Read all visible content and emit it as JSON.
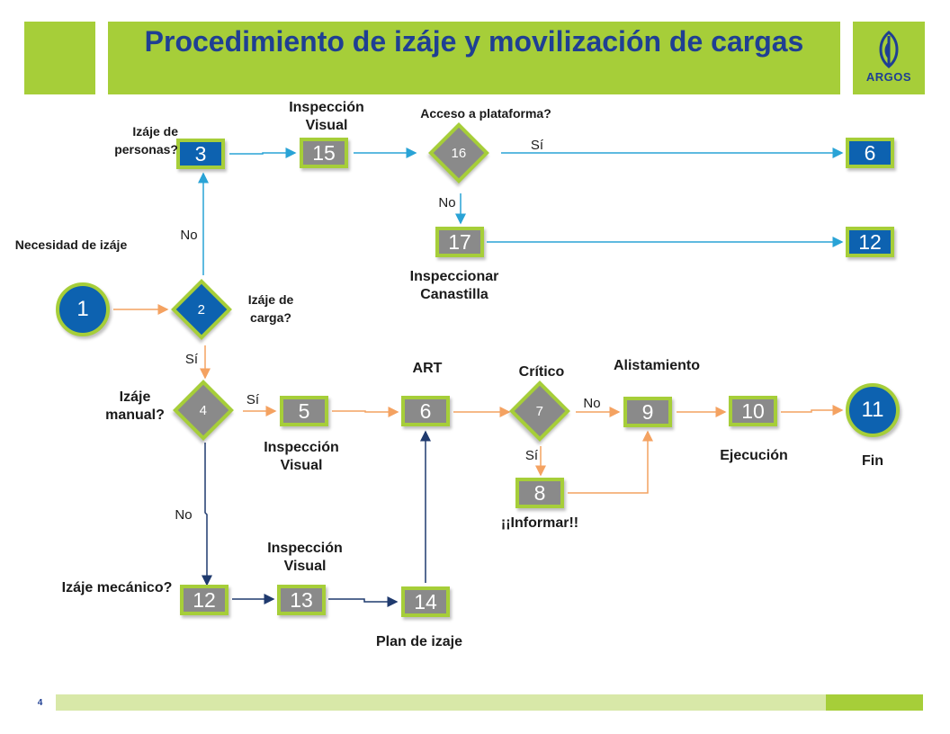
{
  "header": {
    "title": "Procedimiento de izáje y movilización de cargas",
    "logo_text": "ARGOS"
  },
  "footer": {
    "page_number": "4"
  },
  "colors": {
    "accent_green": "#a6ce39",
    "node_blue": "#0d62b0",
    "node_gray": "#8a8a8a",
    "title_blue": "#1f3f93",
    "arrow_orange": "#f4a261",
    "arrow_blue": "#29a3d6",
    "arrow_navy": "#1f3a6e"
  },
  "nodes": {
    "n1": "1",
    "n2": "2",
    "n3": "3",
    "n4": "4",
    "n5": "5",
    "n6a": "6",
    "n6b": "6",
    "n7": "7",
    "n8": "8",
    "n9": "9",
    "n10": "10",
    "n11": "11",
    "n12a": "12",
    "n12b": "12",
    "n13": "13",
    "n14": "14",
    "n15": "15",
    "n16": "16",
    "n17": "17"
  },
  "labels": {
    "necesidad": "Necesidad de izáje",
    "izaje_carga": "Izáje de carga?",
    "izaje_personas": "Izáje de personas?",
    "insp_visual_top": "Inspección Visual",
    "acceso_plataforma": "Acceso a plataforma?",
    "si_16": "Sí",
    "no_16": "No",
    "insp_canastilla": "Inspeccionar Canastilla",
    "no_2": "No",
    "si_2": "Sí",
    "izaje_manual": "Izáje manual?",
    "si_4": "Sí",
    "insp_visual_mid": "Inspección Visual",
    "art": "ART",
    "critico": "Crítico",
    "no_7": "No",
    "si_7": "Sí",
    "informar": "¡¡Informar!!",
    "alistamiento": "Alistamiento",
    "ejecucion": "Ejecución",
    "fin": "Fin",
    "no_4": "No",
    "insp_visual_bot": "Inspección Visual",
    "izaje_mecanico": "Izáje mecánico?",
    "plan_izaje": "Plan de izaje"
  }
}
